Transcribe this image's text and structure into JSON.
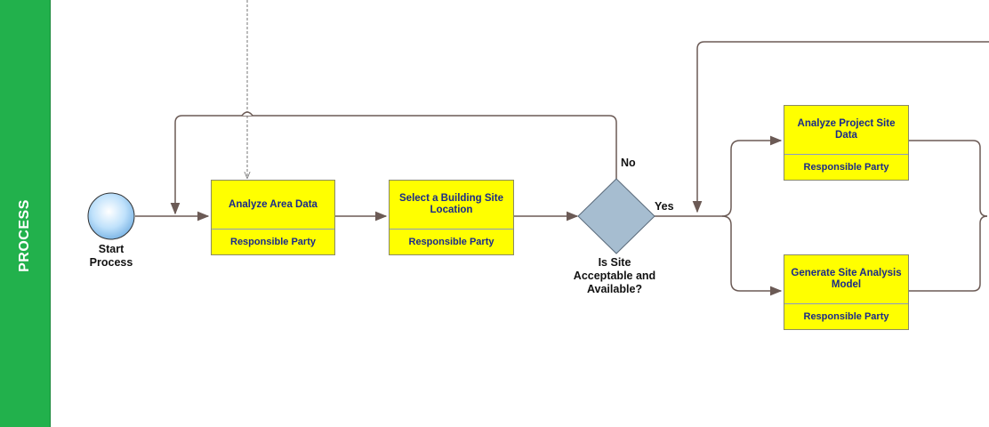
{
  "lane": {
    "label": "PROCESS",
    "color": "#22b14c"
  },
  "start_event": {
    "label_line1": "Start",
    "label_line2": "Process"
  },
  "tasks": [
    {
      "id": "analyze-area-data",
      "title": "Analyze Area Data",
      "party": "Responsible Party"
    },
    {
      "id": "select-building-site-location",
      "title": "Select a Building Site Location",
      "party": "Responsible Party"
    },
    {
      "id": "analyze-project-site-data",
      "title": "Analyze Project Site Data",
      "party": "Responsible Party"
    },
    {
      "id": "generate-site-analysis-model",
      "title": "Generate Site Analysis Model",
      "party": "Responsible Party"
    }
  ],
  "gateway": {
    "line1": "Is Site",
    "line2": "Acceptable and",
    "line3": "Available?",
    "yes_label": "Yes",
    "no_label": "No"
  },
  "colors": {
    "task_fill": "#ffff00",
    "task_text": "#1a2a8a",
    "gateway_fill": "#a6bdd0",
    "connector": "#6b5a55"
  }
}
